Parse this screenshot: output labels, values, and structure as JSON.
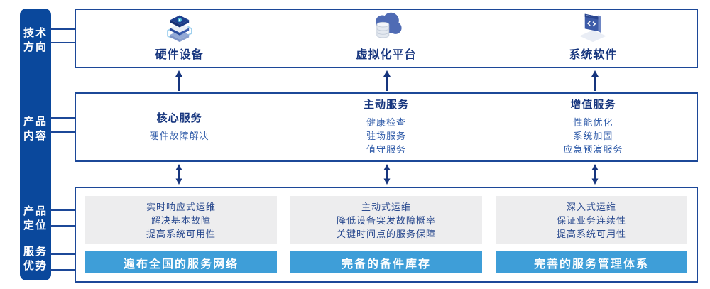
{
  "palette": {
    "sidebar_bg": "#0A489C",
    "panel_border": "#1C4898",
    "header_text": "#16357E",
    "body_text": "#2E5AA8",
    "gray_panel_bg": "#EDEDEE",
    "gray_panel_text": "#2A4A8F",
    "blue_bar_bg": "#3E9ED8",
    "blue_bar_text": "#FFFFFF",
    "arrow_color": "#16357E"
  },
  "sidebar": {
    "items": [
      {
        "line1": "技术",
        "line2": "方向"
      },
      {
        "line1": "产品",
        "line2": "内容"
      },
      {
        "line1": "产品",
        "line2": "定位"
      },
      {
        "line1": "服务",
        "line2": "优势"
      }
    ]
  },
  "tech_row": {
    "items": [
      {
        "icon": "server-stack-icon",
        "label": "硬件设备"
      },
      {
        "icon": "cloud-database-icon",
        "label": "虚拟化平台"
      },
      {
        "icon": "code-window-icon",
        "label": "系统软件"
      }
    ]
  },
  "content_row": {
    "columns": [
      {
        "title": "核心服务",
        "items": [
          "硬件故障解决"
        ]
      },
      {
        "title": "主动服务",
        "items": [
          "健康检查",
          "驻场服务",
          "值守服务"
        ]
      },
      {
        "title": "增值服务",
        "items": [
          "性能优化",
          "系统加固",
          "应急预演服务"
        ]
      }
    ]
  },
  "positioning_row": {
    "columns": [
      {
        "description": [
          "实时响应式运维",
          "解决基本故障",
          "提高系统可用性"
        ],
        "advantage": "遍布全国的服务网络"
      },
      {
        "description": [
          "主动式运维",
          "降低设备突发故障概率",
          "关键时间点的服务保障"
        ],
        "advantage": "完备的备件库存"
      },
      {
        "description": [
          "深入式运维",
          "保证业务连续性",
          "提高系统可用性"
        ],
        "advantage": "完善的服务管理体系"
      }
    ]
  }
}
